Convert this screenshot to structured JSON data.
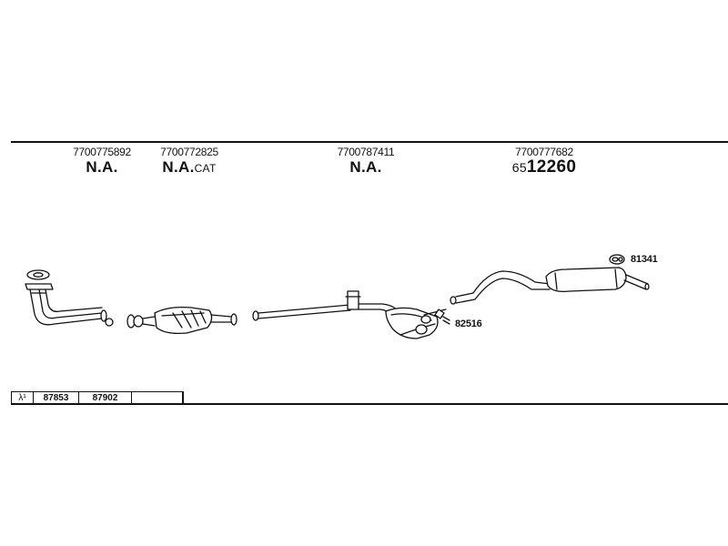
{
  "parts": [
    {
      "part_number": "7700775892",
      "ref": "N.A.",
      "ref_suffix": ""
    },
    {
      "part_number": "7700772825",
      "ref": "N.A.",
      "ref_suffix": "CAT"
    },
    {
      "part_number": "7700787411",
      "ref": "N.A.",
      "ref_suffix": ""
    },
    {
      "part_number": "7700777682",
      "ref_prefix": "65",
      "ref": "12260"
    }
  ],
  "callouts": {
    "rear_mount": "81341",
    "clamp": "82516"
  },
  "table": {
    "symbol": "λ¹",
    "cells": [
      "87853",
      "87902",
      ""
    ]
  }
}
